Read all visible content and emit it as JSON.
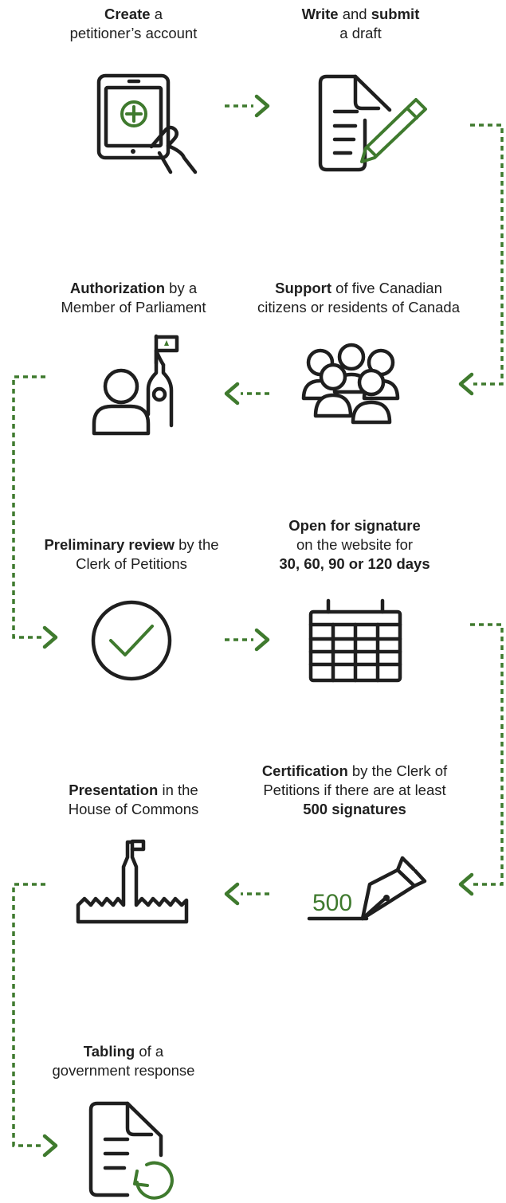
{
  "steps": [
    {
      "id": "create-account",
      "lines": [
        [
          [
            "b",
            "Create"
          ],
          [
            "n",
            " a"
          ]
        ],
        [
          [
            "n",
            "petitioner’s account"
          ]
        ]
      ],
      "icon": "tablet-plus-icon"
    },
    {
      "id": "write-submit",
      "lines": [
        [
          [
            "b",
            "Write"
          ],
          [
            "n",
            " and "
          ],
          [
            "b",
            "submit"
          ]
        ],
        [
          [
            "n",
            "a draft"
          ]
        ]
      ],
      "icon": "document-pencil-icon"
    },
    {
      "id": "support",
      "lines": [
        [
          [
            "b",
            "Support"
          ],
          [
            "n",
            " of five Canadian"
          ]
        ],
        [
          [
            "n",
            "citizens or residents of Canada"
          ]
        ]
      ],
      "icon": "group-of-people-icon"
    },
    {
      "id": "authorization",
      "lines": [
        [
          [
            "b",
            "Authorization"
          ],
          [
            "n",
            " by a"
          ]
        ],
        [
          [
            "n",
            "Member of Parliament"
          ]
        ]
      ],
      "icon": "mp-with-peace-tower-icon"
    },
    {
      "id": "preliminary-review",
      "lines": [
        [
          [
            "b",
            "Preliminary review"
          ],
          [
            "n",
            " by the"
          ]
        ],
        [
          [
            "n",
            "Clerk of Petitions"
          ]
        ]
      ],
      "icon": "checkmark-circle-icon"
    },
    {
      "id": "open-signature",
      "lines": [
        [
          [
            "b",
            "Open for signature"
          ]
        ],
        [
          [
            "n",
            "on the website for"
          ]
        ],
        [
          [
            "b",
            "30, 60, 90 or 120 days"
          ]
        ]
      ],
      "icon": "calendar-icon"
    },
    {
      "id": "certification",
      "lines": [
        [
          [
            "b",
            "Certification"
          ],
          [
            "n",
            " by the Clerk of"
          ]
        ],
        [
          [
            "n",
            "Petitions if there are at least"
          ]
        ],
        [
          [
            "b",
            "500 signatures"
          ]
        ]
      ],
      "icon": "fountain-pen-500-icon",
      "count_label": "500"
    },
    {
      "id": "presentation",
      "lines": [
        [
          [
            "b",
            "Presentation"
          ],
          [
            "n",
            " in the"
          ]
        ],
        [
          [
            "n",
            "House of Commons"
          ]
        ]
      ],
      "icon": "parliament-skyline-icon"
    },
    {
      "id": "tabling",
      "lines": [
        [
          [
            "b",
            "Tabling"
          ],
          [
            "n",
            " of a"
          ]
        ],
        [
          [
            "n",
            "government response"
          ]
        ]
      ],
      "icon": "document-return-icon"
    }
  ],
  "colors": {
    "accent": "#3f7a2e",
    "ink": "#1f1f1f",
    "background": "#ffffff"
  }
}
